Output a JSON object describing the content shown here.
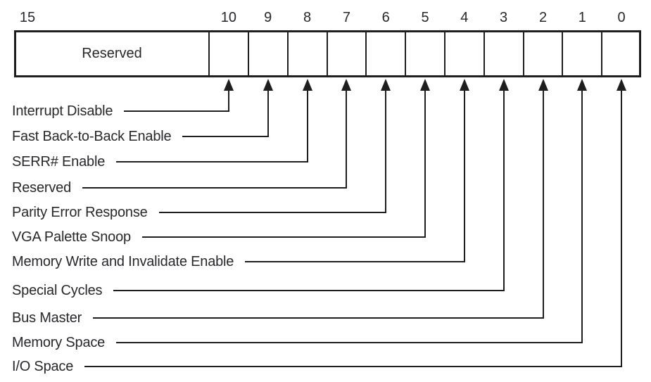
{
  "figure": {
    "register": {
      "msb_label": "15",
      "reserved_label": "Reserved",
      "bit_numbers": [
        "10",
        "9",
        "8",
        "7",
        "6",
        "5",
        "4",
        "3",
        "2",
        "1",
        "0"
      ]
    },
    "fields": [
      {
        "bit": 10,
        "label": "Interrupt Disable"
      },
      {
        "bit": 9,
        "label": "Fast Back-to-Back Enable"
      },
      {
        "bit": 8,
        "label": "SERR# Enable"
      },
      {
        "bit": 7,
        "label": "Reserved"
      },
      {
        "bit": 6,
        "label": "Parity Error Response"
      },
      {
        "bit": 5,
        "label": "VGA Palette Snoop"
      },
      {
        "bit": 4,
        "label": "Memory Write and Invalidate Enable"
      },
      {
        "bit": 3,
        "label": "Special Cycles"
      },
      {
        "bit": 2,
        "label": "Bus Master"
      },
      {
        "bit": 1,
        "label": "Memory Space"
      },
      {
        "bit": 0,
        "label": "I/O Space"
      }
    ],
    "colors": {
      "line": "#1e1e21",
      "text": "#28282c",
      "background": "#ffffff"
    }
  }
}
